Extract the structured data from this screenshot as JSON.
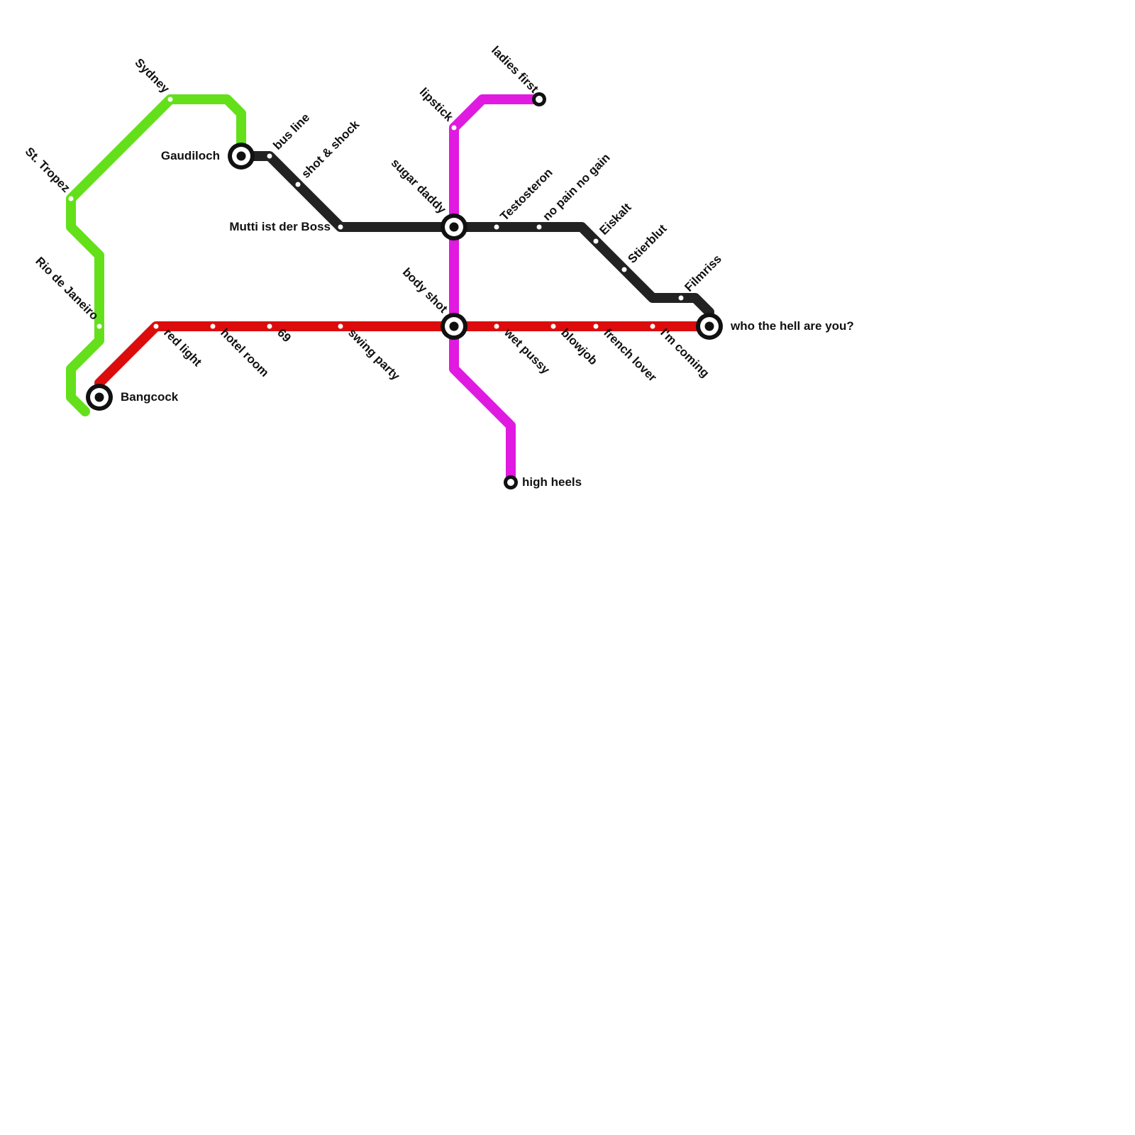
{
  "lines": [
    {
      "id": "green",
      "color": "#63e01a"
    },
    {
      "id": "black",
      "color": "#222222"
    },
    {
      "id": "magenta",
      "color": "#e01ae0"
    },
    {
      "id": "red",
      "color": "#dc0c0c"
    }
  ],
  "stations": {
    "sydney": "Sydney",
    "st_tropez": "St. Tropez",
    "rio_de_janeiro": "Rio de Janeiro",
    "bangcock": "Bangcock",
    "gaudiloch": "Gaudiloch",
    "bus_line": "bus line",
    "shot_shock": "shot & shock",
    "mutti": "Mutti ist der Boss",
    "sugar_daddy": "sugar daddy",
    "lipstick": "lipstick",
    "ladies_first": "ladies first",
    "testosteron": "Testosteron",
    "no_pain": "no pain no gain",
    "eiskalt": "Eiskalt",
    "stierblut": "Stierblut",
    "filmriss": "Filmriss",
    "who_the_hell": "who the hell are you?",
    "body_shot": "body shot",
    "high_heels": "high heels",
    "red_light": "red light",
    "hotel_room": "hotel room",
    "sixty_nine": "69",
    "swing_party": "swing party",
    "wet_pussy": "wet pussy",
    "blowjob": "blowjob",
    "french_lover": "french lover",
    "im_coming": "I'm coming"
  }
}
